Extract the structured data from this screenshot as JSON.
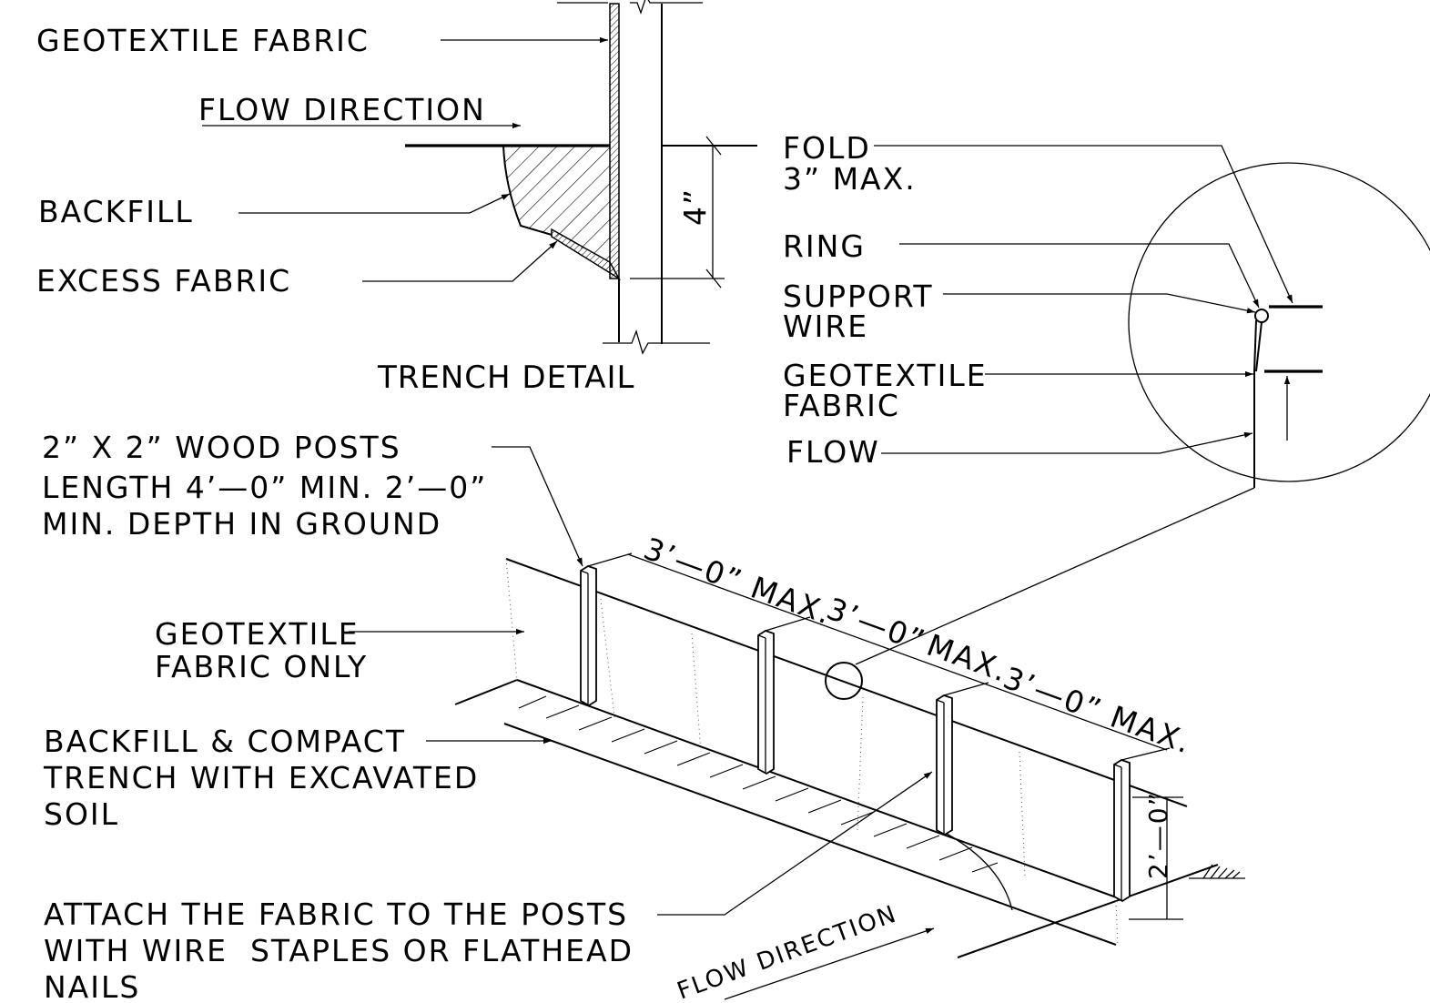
{
  "trench_detail": {
    "title": "TRENCH DETAIL",
    "labels": {
      "geotextile_fabric": "GEOTEXTILE FABRIC",
      "flow_direction": "FLOW DIRECTION",
      "backfill": "BACKFILL",
      "excess_fabric": "EXCESS FABRIC",
      "depth_dimension": "4”"
    }
  },
  "fold_detail": {
    "fold": [
      "FOLD",
      "3” MAX."
    ],
    "ring": "RING",
    "support_wire": [
      "SUPPORT",
      "WIRE"
    ],
    "geotextile_fabric": [
      "GEOTEXTILE",
      "FABRIC"
    ],
    "flow": "FLOW"
  },
  "fence_view": {
    "posts_note": [
      "2” X 2” WOOD POSTS",
      "LENGTH 4’—0” MIN. 2’—0”",
      "MIN. DEPTH IN GROUND"
    ],
    "fabric_only": [
      "GEOTEXTILE",
      "FABRIC ONLY"
    ],
    "backfill_note": [
      "BACKFILL & COMPACT",
      "TRENCH WITH EXCAVATED",
      "SOIL"
    ],
    "attach_note": [
      "ATTACH THE FABRIC TO THE POSTS",
      "WITH WIRE  STAPLES OR FLATHEAD",
      "NAILS"
    ],
    "spacing_labels": [
      "3’—0” MAX.",
      "3’—0”",
      "MAX.",
      "3’—0” MAX."
    ],
    "height_dimension": "2’—0”",
    "flow_direction": "FLOW DIRECTION"
  }
}
